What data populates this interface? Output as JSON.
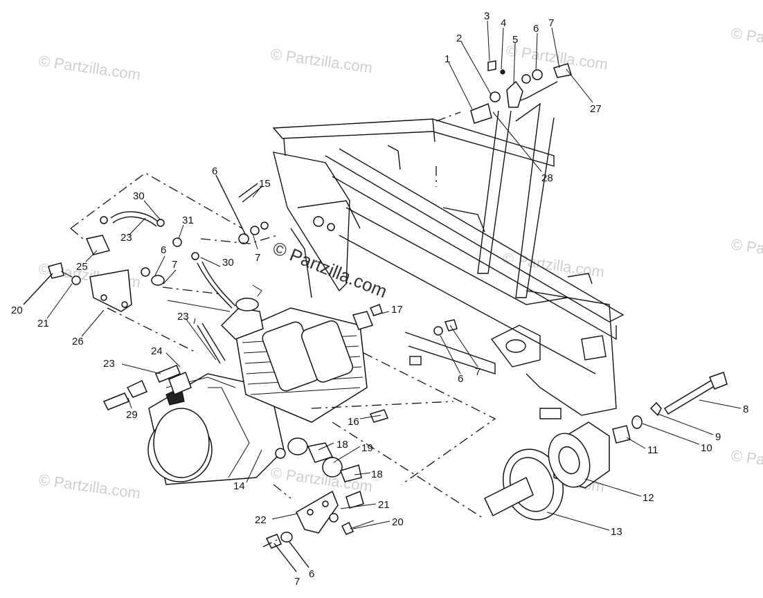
{
  "watermark": {
    "text": "© Partzilla.com"
  },
  "callouts": [
    "1",
    "2",
    "3",
    "4",
    "5",
    "6",
    "7",
    "27",
    "28",
    "15",
    "6",
    "7",
    "30",
    "31",
    "23",
    "25",
    "6",
    "7",
    "30",
    "20",
    "21",
    "26",
    "17",
    "23",
    "24",
    "23",
    "29",
    "6",
    "7",
    "8",
    "9",
    "10",
    "11",
    "16",
    "18",
    "19",
    "18",
    "14",
    "12",
    "13",
    "21",
    "20",
    "22",
    "7",
    "6"
  ]
}
